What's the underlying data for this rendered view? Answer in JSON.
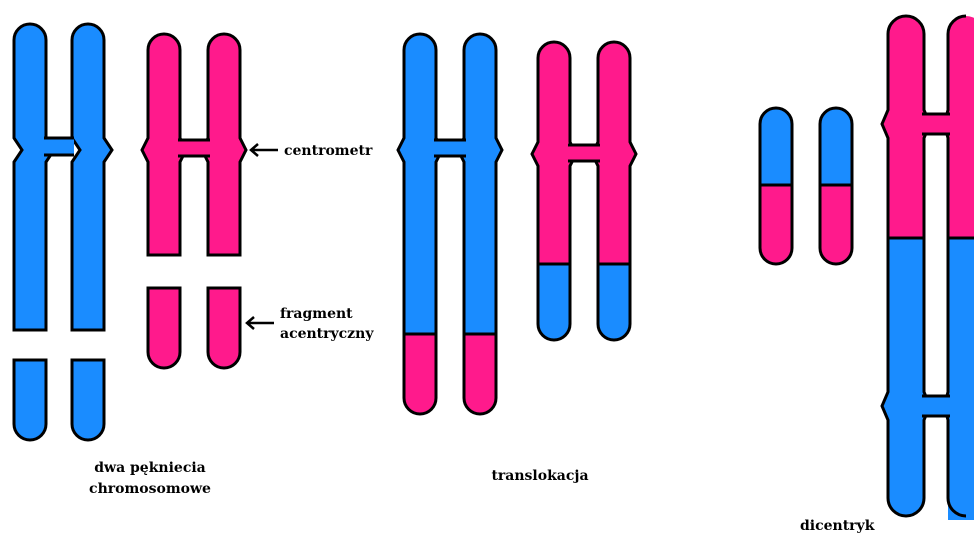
{
  "colors": {
    "blue": "#1a8cff",
    "pink": "#ff1a8c",
    "outline": "#000000",
    "background": "#ffffff"
  },
  "labels": {
    "centromere": "centrometr",
    "fragment_line1": "fragment",
    "fragment_line2": "acentryczny",
    "breaks_line1": "dwa pękniecia",
    "breaks_line2": "chromosomowe",
    "translocation": "translokacja",
    "dicentric": "dicentryk"
  }
}
